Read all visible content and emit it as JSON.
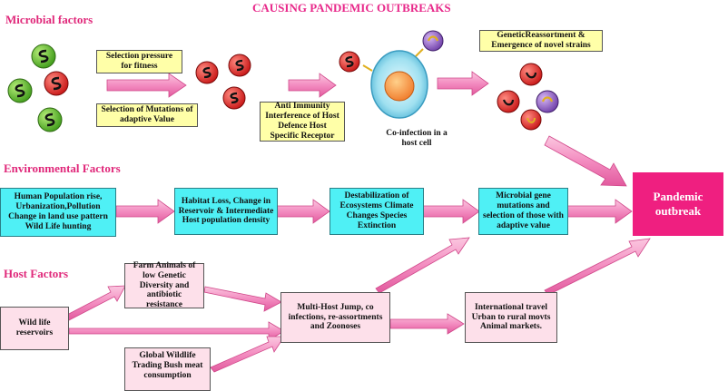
{
  "title": "CAUSING PANDEMIC OUTBREAKS",
  "sections": {
    "microbial": "Microbial factors",
    "environmental": "Environmental Factors",
    "host": "Host Factors"
  },
  "microbial": {
    "selection_pressure": "Selection pressure for fitness",
    "mutations": "Selection of Mutations of adaptive Value",
    "anti_immunity": "Anti Immunity Interference of Host Defence Host Specific Receptor",
    "coinfection": "Co-infection in a host cell",
    "reassortment": "GeneticReassortment & Emergence of novel strains"
  },
  "environmental": {
    "human_population": "Human Population rise, Urbanization,Pollution Change in land use pattern Wild Life hunting",
    "habitat_loss": "Habitat Loss, Change in Reservoir & Intermediate Host population density",
    "destabilization": "Destabilization of Ecosystems Climate Changes Species Extinction",
    "microbial_gene": "Microbial gene mutations and selection of those with adaptive value"
  },
  "host": {
    "wild_life": "Wild life reservoirs",
    "farm_animals": "Farm Animals of low Genetic Diversity and antibiotic resistance",
    "global_wildlife": "Global Wildlife Trading Bush meat consumption",
    "multi_host": "Multi-Host Jump, co infections, re-assortments and Zoonoses",
    "international": "International travel Urban to rural movts Animal markets."
  },
  "outcome": "Pandemic outbreak",
  "colors": {
    "accent": "#e8288a",
    "outbreak": "#ef1f80",
    "arrow": "#f070b0",
    "yellow_box": "#ffffa8",
    "cyan_box": "#4ff0f5",
    "pink_box": "#fde0ea"
  }
}
